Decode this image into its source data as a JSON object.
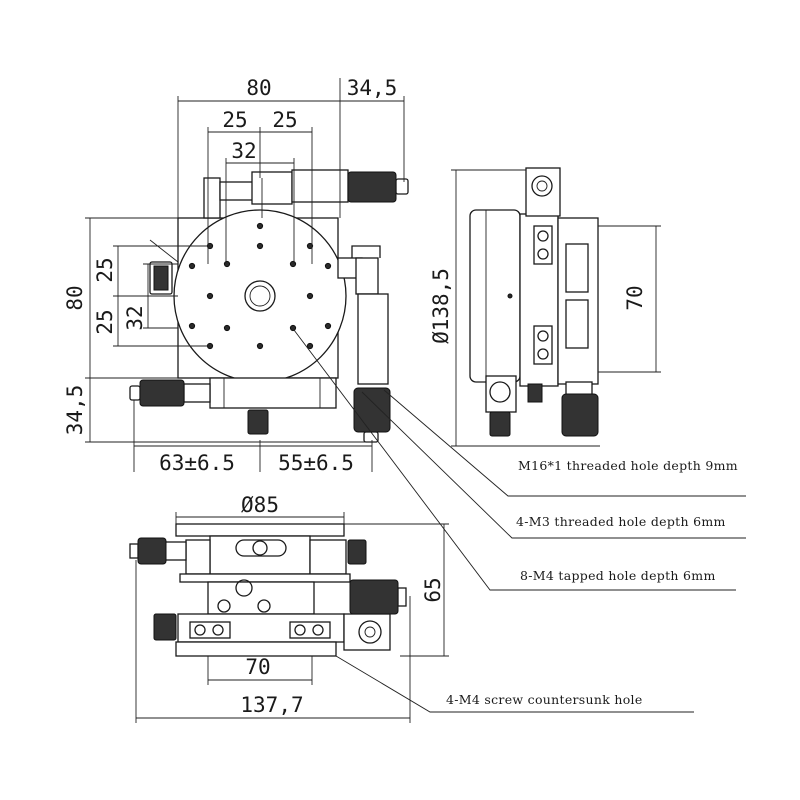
{
  "dimensions": {
    "top_width": "80",
    "micrometer_offset": "34,5",
    "hole_spacing_left": "25",
    "hole_spacing_right": "25",
    "bolt_circle": "32",
    "side_height": "80",
    "side_upper_25": "25",
    "side_lower_25": "25",
    "side_32": "32",
    "bottom_micrometer_offset": "34,5",
    "travel_x": "63±6.5",
    "travel_y": "55±6.5",
    "overall_length": "Ø138,5",
    "side_view_70": "70",
    "table_diameter": "Ø85",
    "front_height": "65",
    "base_slot": "70",
    "base_length": "137,7"
  },
  "notes": {
    "m16": "M16*1 threaded hole depth 9mm",
    "m3": "4-M3 threaded hole depth 6mm",
    "m4_tapped": "8-M4 tapped hole depth 6mm",
    "m4_countersunk": "4-M4 screw countersunk hole"
  }
}
